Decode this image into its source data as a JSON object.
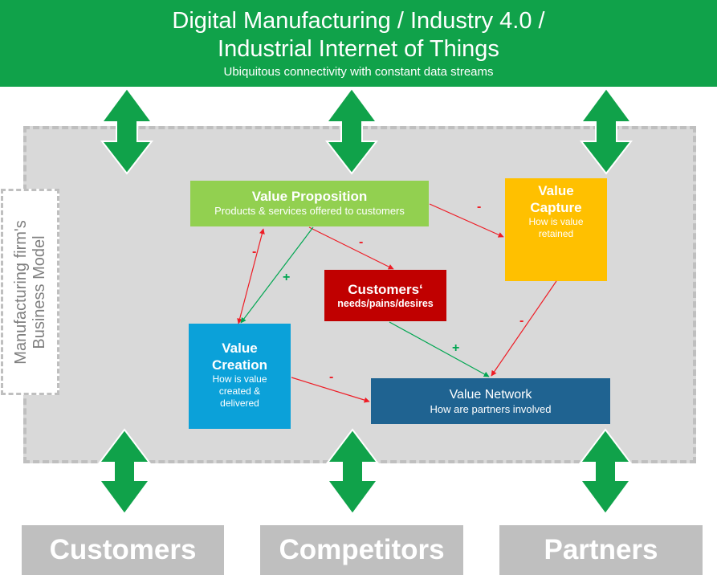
{
  "banner": {
    "title_line1": "Digital Manufacturing / Industry 4.0 /",
    "title_line2": "Industrial Internet of Things",
    "subtitle": "Ubiquitous connectivity with constant data streams",
    "color": "#10a24a"
  },
  "business_model_label": {
    "line1": "Manufacturing firm's",
    "line2": "Business Model"
  },
  "boxes": {
    "value_proposition": {
      "title": "Value Proposition",
      "subtitle": "Products & services offered to customers",
      "color": "#92d050"
    },
    "value_capture": {
      "title_line1": "Value",
      "title_line2": "Capture",
      "sub_line1": "How is value",
      "sub_line2": "retained",
      "color": "#ffc000"
    },
    "customers_needs": {
      "title": "Customers‘",
      "subtitle": "needs/pains/desires",
      "color": "#c00000"
    },
    "value_creation": {
      "title_line1": "Value",
      "title_line2": "Creation",
      "sub_line1": "How is value",
      "sub_line2": "created &",
      "sub_line3": "delivered",
      "color": "#0ba1d9"
    },
    "value_network": {
      "title": "Value Network",
      "subtitle": "How are partners involved",
      "color": "#1f6391"
    }
  },
  "edge_signs": {
    "vp_to_capture": "-",
    "vp_to_customers": "-",
    "creation_to_vp": "-",
    "vp_to_creation": "+",
    "customers_to_network": "+",
    "capture_to_network": "-",
    "creation_to_network": "-"
  },
  "stakeholders": {
    "customers": "Customers",
    "competitors": "Competitors",
    "partners": "Partners"
  },
  "colors": {
    "arrow_green": "#0ea94b",
    "negative_edge": "#ee1c25",
    "positive_edge": "#00a651",
    "dashed_border": "#bfbfbf",
    "stakeholder_box": "#bfbfbf"
  }
}
